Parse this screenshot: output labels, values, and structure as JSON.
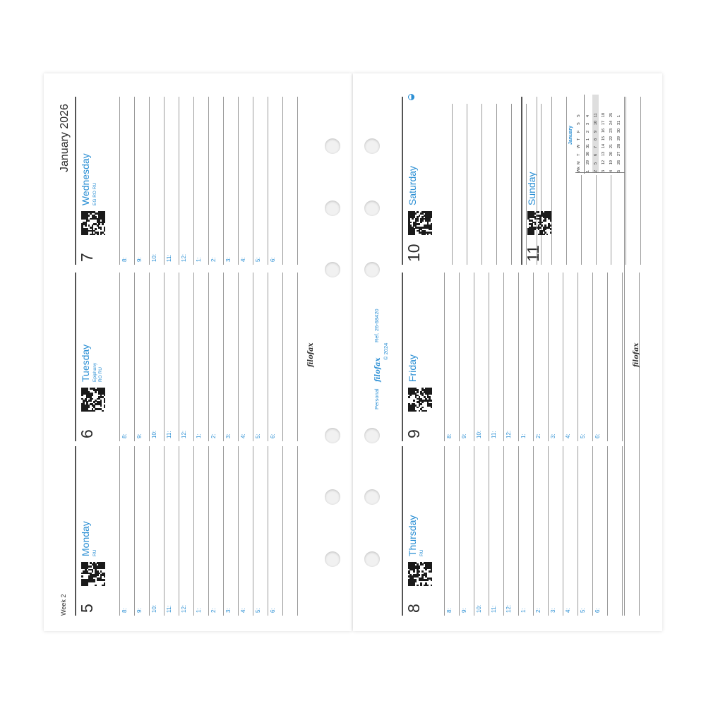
{
  "month_title": "January 2026",
  "week_label": "Week 2",
  "hours": [
    "8:",
    "9:",
    "10:",
    "11:",
    "12:",
    "1:",
    "2:",
    "3:",
    "4:",
    "5:",
    "6:"
  ],
  "days": [
    {
      "num": "5",
      "name": "Monday",
      "notes": [
        "RU"
      ]
    },
    {
      "num": "6",
      "name": "Tuesday",
      "notes": [
        "Epiphany",
        "RO  RU"
      ]
    },
    {
      "num": "7",
      "name": "Wednesday",
      "notes": [
        "EG  RO  RU"
      ]
    },
    {
      "num": "8",
      "name": "Thursday",
      "notes": [
        "RU"
      ]
    },
    {
      "num": "9",
      "name": "Friday",
      "notes": []
    },
    {
      "num": "10",
      "name": "Saturday",
      "notes": []
    },
    {
      "num": "11",
      "name": "Sunday",
      "notes": []
    }
  ],
  "brand": "filofax",
  "imprint": {
    "personal": "Personal",
    "brand": "filofax",
    "ref": "Ref. 26-68420",
    "copyright": "© 2024"
  },
  "moon_icon": "first-quarter-moon-icon",
  "mini_calendar": {
    "month": "January",
    "header": [
      "Wk",
      "M",
      "T",
      "W",
      "T",
      "F",
      "S",
      "S"
    ],
    "rows": [
      [
        "1",
        "29",
        "30",
        "31",
        "1",
        "2",
        "3",
        "4"
      ],
      [
        "2",
        "5",
        "6",
        "7",
        "8",
        "9",
        "10",
        "11"
      ],
      [
        "3",
        "12",
        "13",
        "14",
        "15",
        "16",
        "17",
        "18"
      ],
      [
        "4",
        "19",
        "20",
        "21",
        "22",
        "23",
        "24",
        "25"
      ],
      [
        "5",
        "26",
        "27",
        "28",
        "29",
        "30",
        "31",
        "1"
      ]
    ],
    "highlight_row": 1
  },
  "colors": {
    "accent": "#2b8fd4",
    "text": "#2b2b2b",
    "rule": "#9a9a9a",
    "highlight": "#dedede"
  }
}
